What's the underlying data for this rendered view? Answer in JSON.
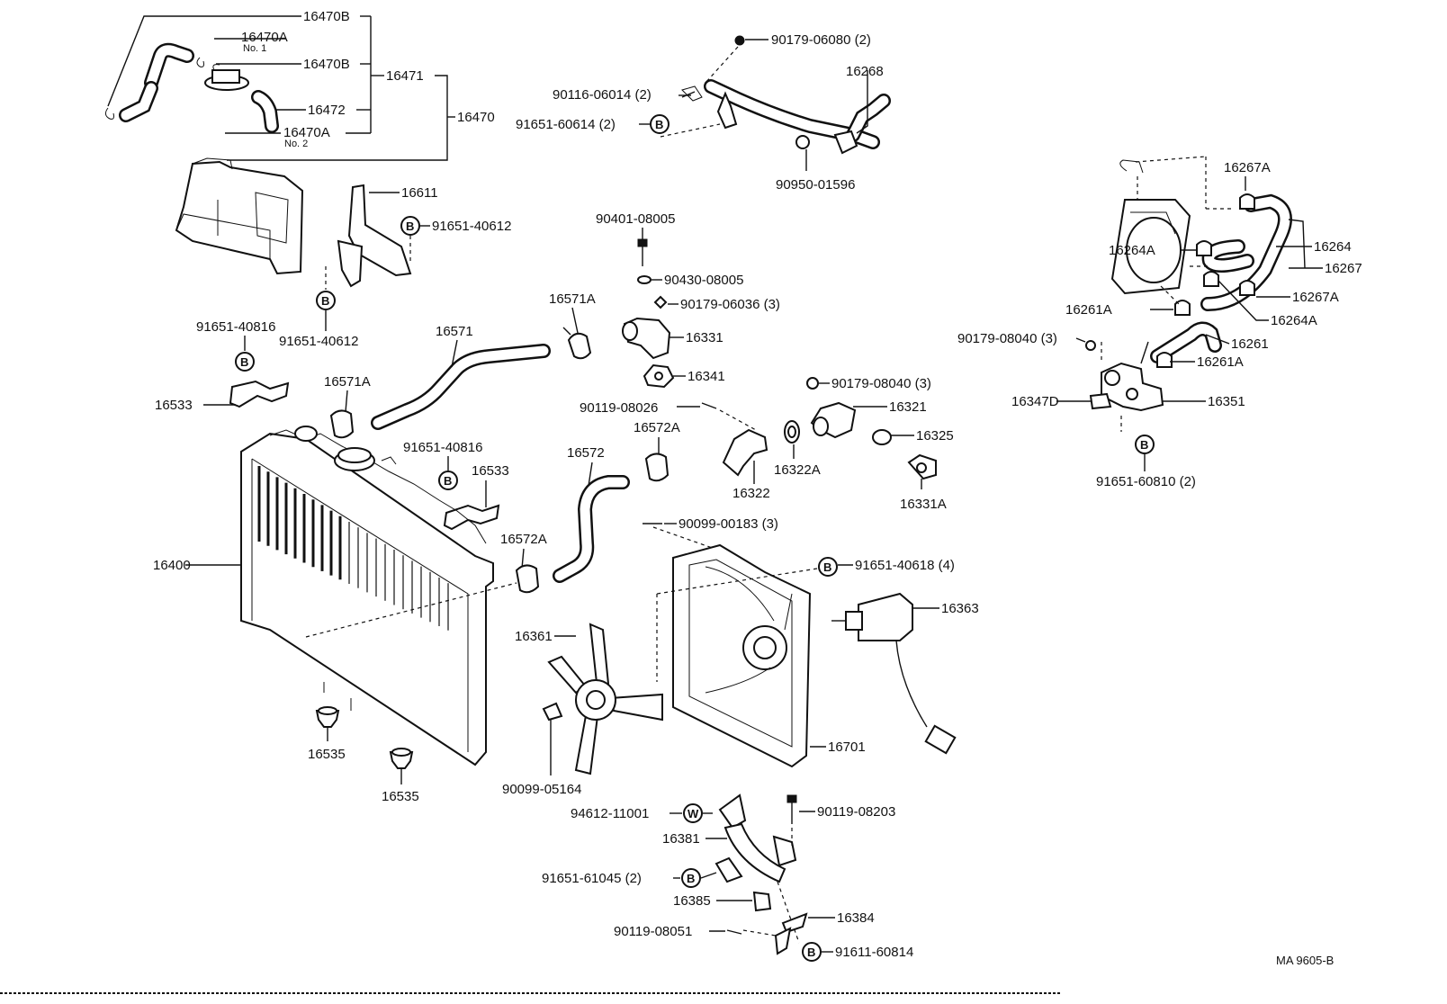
{
  "diagram_code": "MA 9605-B",
  "labels": {
    "p16470B_a": "16470B",
    "p16470A_a": "16470A",
    "p16470A_a_sub": "No. 1",
    "p16470B_b": "16470B",
    "p16471": "16471",
    "p16472": "16472",
    "p16470A_b": "16470A",
    "p16470A_b_sub": "No. 2",
    "p16470": "16470",
    "p90179_06080": "90179-06080 (2)",
    "p16268": "16268",
    "p90116_06014": "90116-06014 (2)",
    "p91651_60614": "91651-60614 (2)",
    "p90950_01596": "90950-01596",
    "p16611": "16611",
    "p91651_40612_a": "91651-40612",
    "p91651_40612_b": "91651-40612",
    "p90401_08005": "90401-08005",
    "p90430_08005": "90430-08005",
    "p90179_06036": "90179-06036 (3)",
    "p16331": "16331",
    "p16341": "16341",
    "p16571A_a": "16571A",
    "p16571": "16571",
    "p16571A_b": "16571A",
    "p91651_40816_a": "91651-40816",
    "p16533_a": "16533",
    "p90179_08040_a": "90179-08040 (3)",
    "p16321": "16321",
    "p90119_08026": "90119-08026",
    "p16572A_a": "16572A",
    "p16325": "16325",
    "p16322A": "16322A",
    "p16322": "16322",
    "p16331A": "16331A",
    "p91651_40816_b": "91651-40816",
    "p16533_b": "16533",
    "p16572": "16572",
    "p90099_00183": "90099-00183 (3)",
    "p16572A_b": "16572A",
    "p91651_40618": "91651-40618 (4)",
    "p16363": "16363",
    "p16400": "16400",
    "p16361": "16361",
    "p16701": "16701",
    "p16535_a": "16535",
    "p16535_b": "16535",
    "p90099_05164": "90099-05164",
    "p94612_11001": "94612-11001",
    "p90119_08203": "90119-08203",
    "p16381": "16381",
    "p91651_61045": "91651-61045 (2)",
    "p16385": "16385",
    "p16384": "16384",
    "p90119_08051": "90119-08051",
    "p91611_60814": "91611-60814",
    "p16267A_a": "16267A",
    "p16264A_a": "16264A",
    "p16264": "16264",
    "p16267": "16267",
    "p16267A_b": "16267A",
    "p16264A_b": "16264A",
    "p16261A_a": "16261A",
    "p90179_08040_b": "90179-08040 (3)",
    "p16261": "16261",
    "p16261A_b": "16261A",
    "p16347D": "16347D",
    "p16351": "16351",
    "p91651_60810": "91651-60810 (2)"
  },
  "markers": {
    "bolt_class_b": "B",
    "washer_class_w": "W"
  },
  "colors": {
    "ink": "#111111",
    "paper": "#ffffff"
  }
}
